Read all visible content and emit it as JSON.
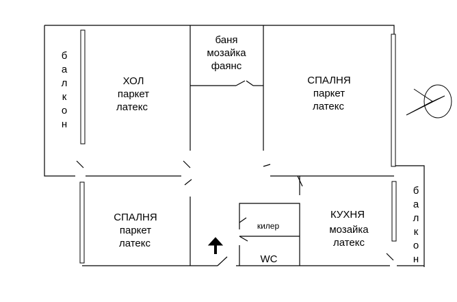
{
  "plan": {
    "rooms": {
      "living": {
        "name": "ХОЛ",
        "floor": "паркет",
        "walls": "латекс"
      },
      "bath": {
        "name": "баня",
        "floor": "мозайка",
        "walls": "фаянс"
      },
      "bedroom_east": {
        "name": "СПАЛНЯ",
        "floor": "паркет",
        "walls": "латекс"
      },
      "bedroom_south": {
        "name": "СПАЛНЯ",
        "floor": "паркет",
        "walls": "латекс"
      },
      "kitchen": {
        "name": "КУХНЯ",
        "floor": "мозайка",
        "walls": "латекс"
      },
      "storage": {
        "name": "килер"
      },
      "wc": {
        "name": "WC"
      }
    },
    "balconies": {
      "west": [
        "б",
        "а",
        "л",
        "к",
        "о",
        "н"
      ],
      "east": [
        "б",
        "а",
        "л",
        "к",
        "о",
        "н"
      ]
    },
    "symbols": [
      "entrance-arrow-icon",
      "north-arrow-icon"
    ],
    "colors": {
      "line": "#000000",
      "background": "#ffffff"
    }
  }
}
